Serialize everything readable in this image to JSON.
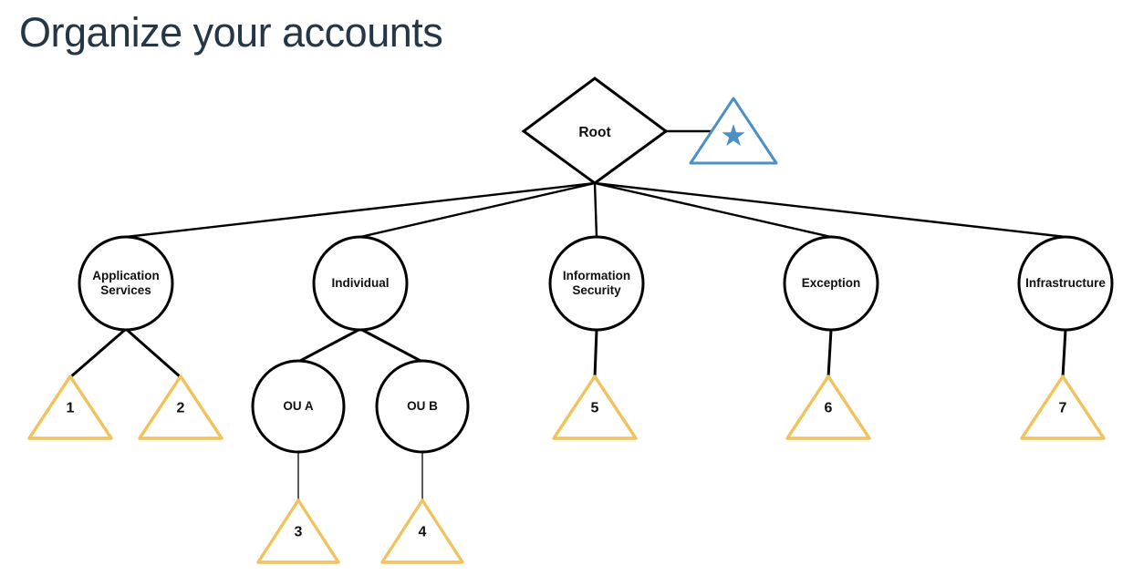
{
  "page": {
    "title": "Organize your accounts"
  },
  "colors": {
    "outline": "#000000",
    "account_gold": "#EFC35D",
    "management_blue": "#4A90C4",
    "title_text": "#253746",
    "label_text": "#111111"
  },
  "diagram": {
    "root": {
      "label": "Root"
    },
    "management_account": {
      "icon": "★"
    },
    "ous": [
      {
        "label": "Application Services",
        "accounts": [
          "1",
          "2"
        ]
      },
      {
        "label": "Individual",
        "children": [
          {
            "label": "OU A",
            "accounts": [
              "3"
            ]
          },
          {
            "label": "OU B",
            "accounts": [
              "4"
            ]
          }
        ]
      },
      {
        "label": "Information Security",
        "accounts": [
          "5"
        ]
      },
      {
        "label": "Exception",
        "accounts": [
          "6"
        ]
      },
      {
        "label": "Infrastructure",
        "accounts": [
          "7"
        ]
      }
    ]
  }
}
